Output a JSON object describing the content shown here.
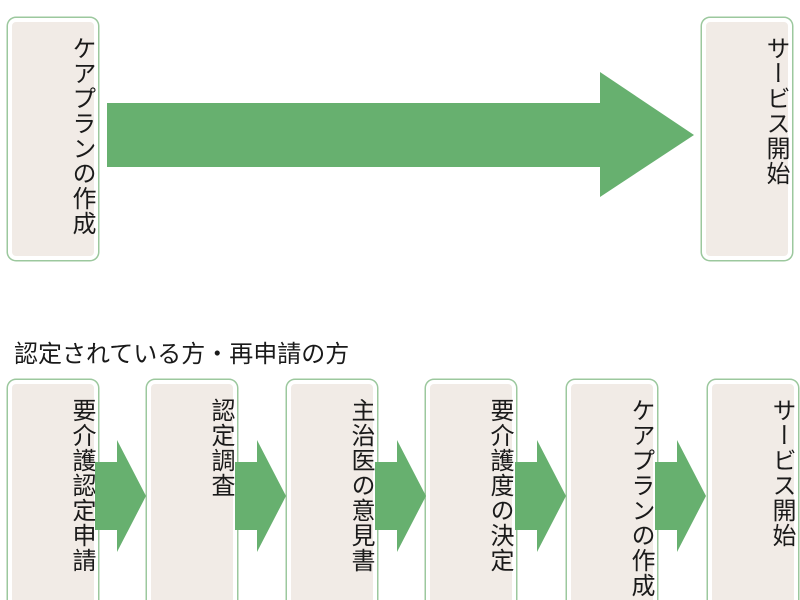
{
  "colors": {
    "arrow": "#67b06f",
    "box_fill": "#f1ebe6",
    "box_border": "#9cc89e"
  },
  "top_flow": {
    "start_label": "ケアプランの作成",
    "end_label": "サービス開始"
  },
  "section": {
    "title": "認定されている方・再申請の方"
  },
  "bottom_flow": {
    "steps": [
      "要介護認定申請",
      "認定調査",
      "主治医の意見書",
      "要介護度の決定",
      "ケアプランの作成",
      "サービス開始"
    ]
  }
}
